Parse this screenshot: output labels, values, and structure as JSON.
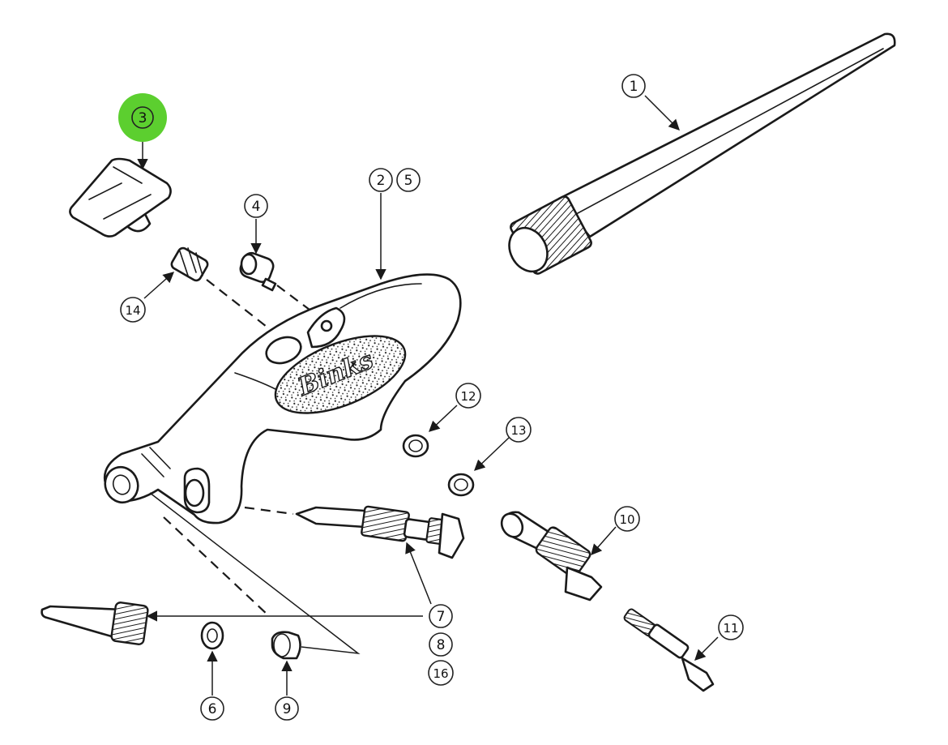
{
  "diagram": {
    "brand_label": "Binks",
    "highlight_color": "#5ccf2f",
    "callouts": [
      {
        "id": "c1",
        "label": "1",
        "highlighted": false
      },
      {
        "id": "c2",
        "label": "2",
        "highlighted": false
      },
      {
        "id": "c3",
        "label": "3",
        "highlighted": true
      },
      {
        "id": "c4",
        "label": "4",
        "highlighted": false
      },
      {
        "id": "c5",
        "label": "5",
        "highlighted": false
      },
      {
        "id": "c6",
        "label": "6",
        "highlighted": false
      },
      {
        "id": "c7",
        "label": "7",
        "highlighted": false
      },
      {
        "id": "c8",
        "label": "8",
        "highlighted": false
      },
      {
        "id": "c9",
        "label": "9",
        "highlighted": false
      },
      {
        "id": "c10",
        "label": "10",
        "highlighted": false
      },
      {
        "id": "c11",
        "label": "11",
        "highlighted": false
      },
      {
        "id": "c12",
        "label": "12",
        "highlighted": false
      },
      {
        "id": "c13",
        "label": "13",
        "highlighted": false
      },
      {
        "id": "c14",
        "label": "14",
        "highlighted": false
      },
      {
        "id": "c16",
        "label": "16",
        "highlighted": false
      }
    ]
  }
}
